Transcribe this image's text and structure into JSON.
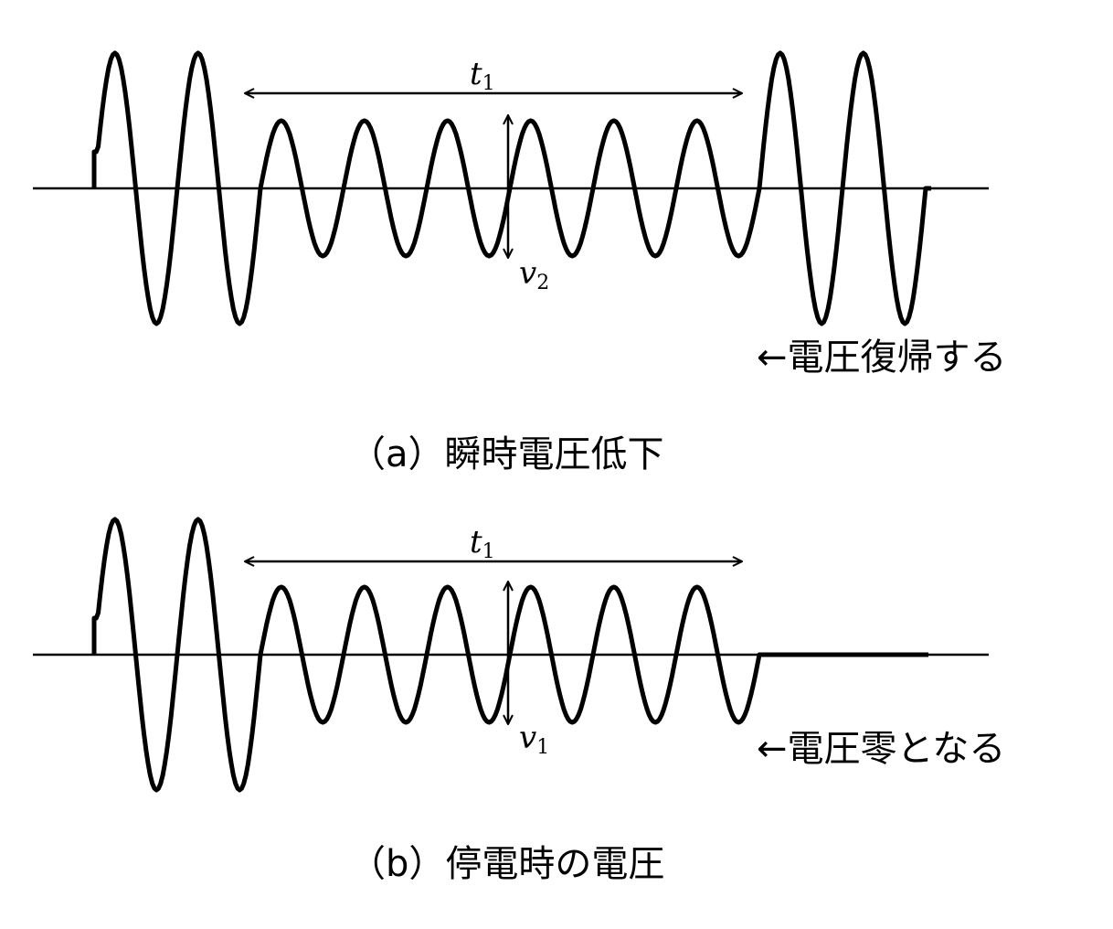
{
  "panels": [
    {
      "caption": "（a）瞬時電圧低下",
      "duration_label": "t",
      "duration_sub": "1",
      "amplitude_label": "v",
      "amplitude_sub": "2",
      "event_note": "←電圧復帰する",
      "waveform": {
        "full_cycles_before": 2,
        "reduced_cycles": 6,
        "full_cycles_after": 2,
        "reduced_amplitude_ratio": 0.5,
        "ends_at_zero": false
      }
    },
    {
      "caption": "（b）停電時の電圧",
      "duration_label": "t",
      "duration_sub": "1",
      "amplitude_label": "v",
      "amplitude_sub": "1",
      "event_note": "←電圧零となる",
      "waveform": {
        "full_cycles_before": 2,
        "reduced_cycles": 6,
        "full_cycles_after": 0,
        "reduced_amplitude_ratio": 0.5,
        "ends_at_zero": true
      }
    }
  ]
}
